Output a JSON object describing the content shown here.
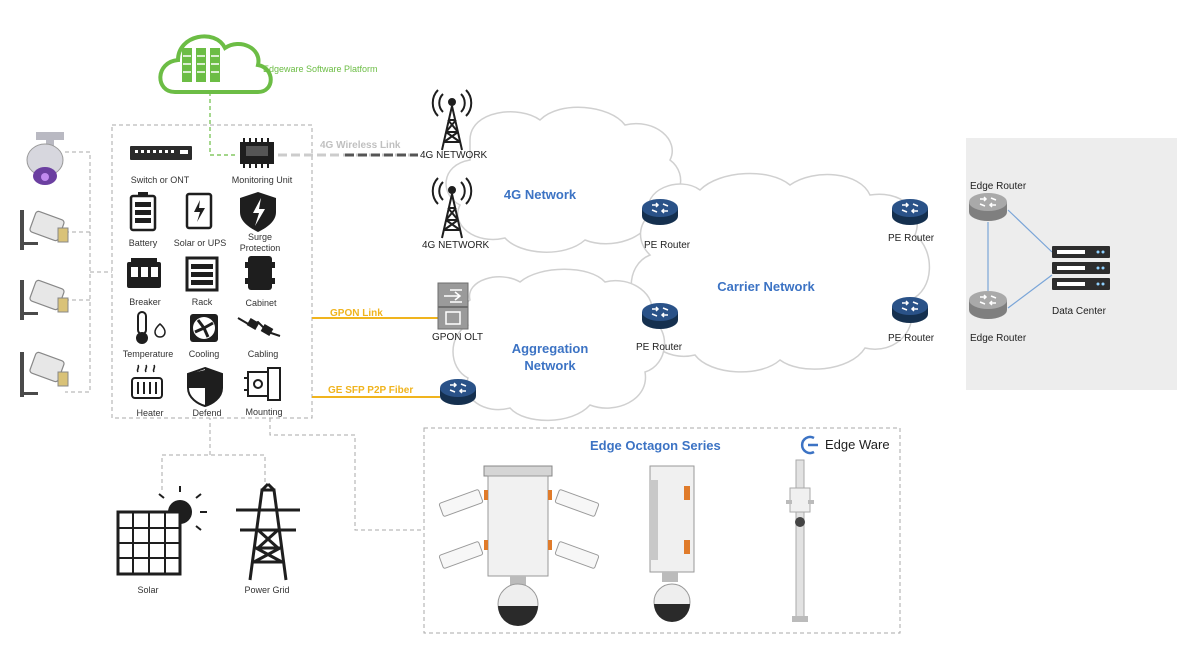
{
  "platform": {
    "label": "Edgeware Software Platform"
  },
  "cabinet_items": [
    {
      "key": "switch",
      "label": "Switch or ONT"
    },
    {
      "key": "monitor",
      "label": "Monitoring Unit"
    },
    {
      "key": "battery",
      "label": "Battery"
    },
    {
      "key": "ups",
      "label": "Solar or UPS"
    },
    {
      "key": "surge",
      "label": "Surge\nProtection"
    },
    {
      "key": "breaker",
      "label": "Breaker"
    },
    {
      "key": "rack",
      "label": "Rack"
    },
    {
      "key": "cabinet",
      "label": "Cabinet"
    },
    {
      "key": "temperature",
      "label": "Temperature"
    },
    {
      "key": "cooling",
      "label": "Cooling"
    },
    {
      "key": "cabling",
      "label": "Cabling"
    },
    {
      "key": "heater",
      "label": "Heater"
    },
    {
      "key": "defend",
      "label": "Defend"
    },
    {
      "key": "mounting",
      "label": "Mounting"
    }
  ],
  "links": {
    "wireless": "4G Wireless Link",
    "gpon": "GPON Link",
    "fiber": "GE SFP P2P Fiber"
  },
  "towers": {
    "top": "4G NETWORK",
    "bottom": "4G NETWORK"
  },
  "networks": {
    "g4": "4G Network",
    "carrier": "Carrier Network",
    "aggregation": "Aggregation\nNetwork"
  },
  "devices": {
    "olt": "GPON OLT",
    "pe1": "PE Router",
    "pe2": "PE Router",
    "pe3": "PE Router",
    "pe4": "PE Router",
    "edge1": "Edge Router",
    "edge2": "Edge Router",
    "dc": "Data Center"
  },
  "power": {
    "solar": "Solar",
    "grid": "Power Grid"
  },
  "series": {
    "title": "Edge Octagon Series",
    "brand": "Edge Ware"
  },
  "colors": {
    "network_blue": "#3c73c4",
    "gpon_yellow": "#f0b41e",
    "platform_green": "#6cbd45",
    "router_navy": "#1f3d6b"
  }
}
